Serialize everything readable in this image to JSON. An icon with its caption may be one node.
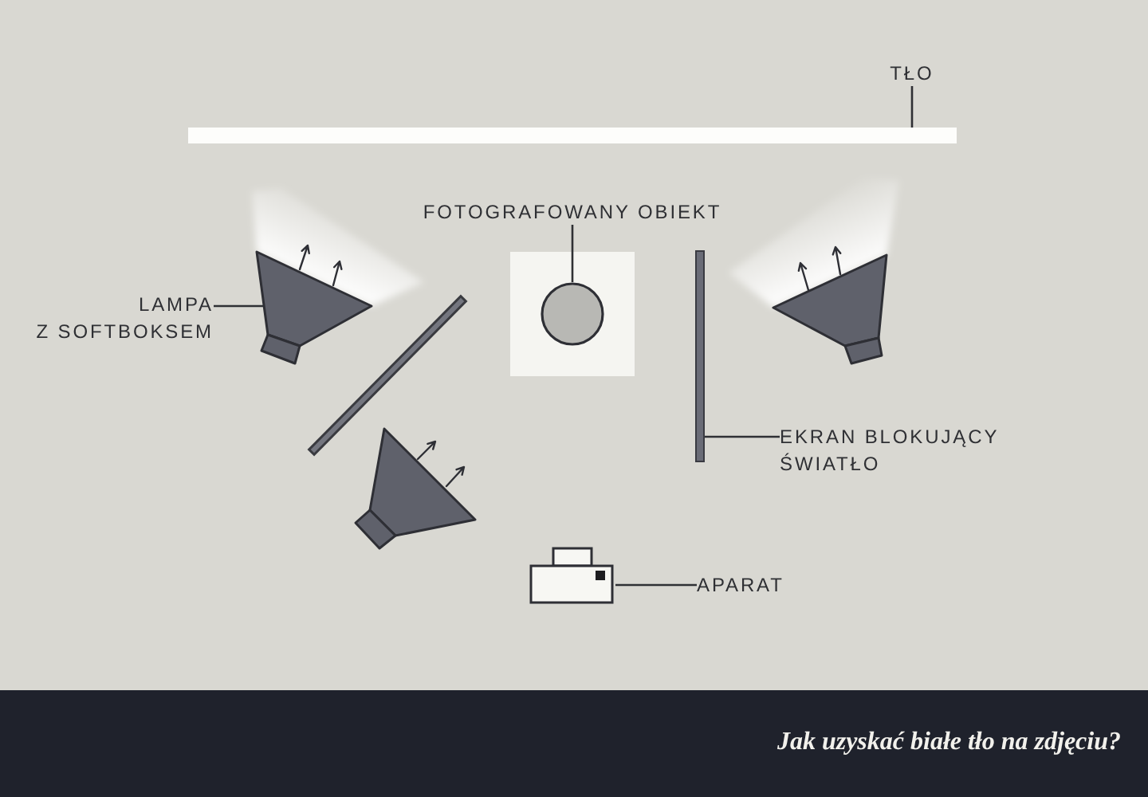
{
  "diagram": {
    "title": "Jak uzyskać białe tło na zdjęciu?",
    "nodes": [
      {
        "text": [
          "TŁO"
        ]
      },
      {
        "text": [],
        "shape": "bar"
      },
      {
        "text": [
          "FOTOGRAFOWANY OBIEKT"
        ]
      },
      {
        "text": [],
        "shape": "circle"
      },
      {
        "text": [
          "LAMPA Z SOFTBOKSEM"
        ]
      },
      {
        "text": [],
        "shape": "picture"
      },
      {
        "text": [
          "EKRAN BLOKUJĄCY ŚWIATŁO"
        ]
      },
      {
        "text": [],
        "shape": "bar"
      },
      {
        "text": [
          "APARAT"
        ]
      },
      {
        "text": [],
        "shape": "picture"
      },
      {
        "text": [],
        "shape": "picture"
      },
      {
        "text": [],
        "shape": "picture"
      }
    ],
    "edges": [
      {
        "from": 0,
        "to": 1,
        "arrow": "none"
      },
      {
        "from": 2,
        "to": 3,
        "arrow": "none"
      },
      {
        "from": 4,
        "to": 5,
        "arrow": "none"
      },
      {
        "from": 6,
        "to": 7,
        "arrow": "none"
      },
      {
        "from": 8,
        "to": 9,
        "arrow": "none"
      }
    ]
  }
}
